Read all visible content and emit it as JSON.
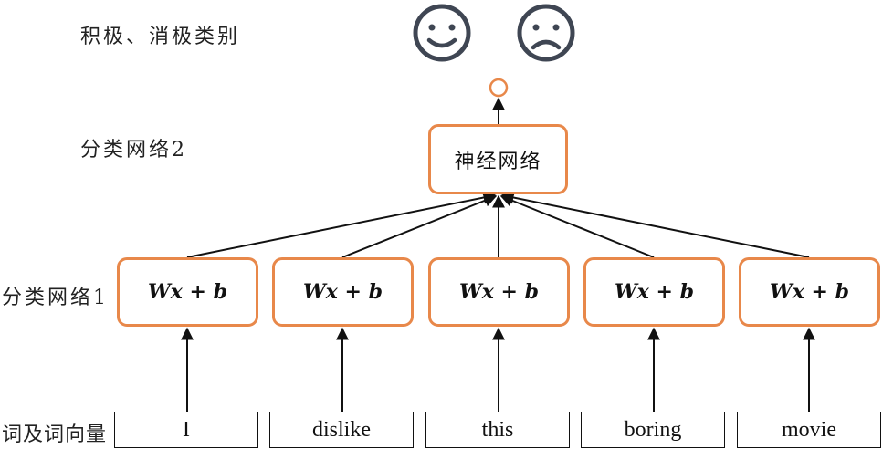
{
  "labels": {
    "category": "积极、消极类别",
    "network2": "分类网络2",
    "network1": "分类网络1",
    "words": "词及词向量"
  },
  "nn_box": {
    "text": "神经网络"
  },
  "wx_boxes": [
    {
      "text": "Wx + b"
    },
    {
      "text": "Wx + b"
    },
    {
      "text": "Wx + b"
    },
    {
      "text": "Wx + b"
    },
    {
      "text": "Wx + b"
    }
  ],
  "words": [
    "I",
    "dislike",
    "this",
    "boring",
    "movie"
  ],
  "icons": [
    "happy-face-icon",
    "sad-face-icon",
    "output-node-icon"
  ],
  "colors": {
    "accent": "#e8884a",
    "face": "#3f4653",
    "line": "#111111"
  }
}
